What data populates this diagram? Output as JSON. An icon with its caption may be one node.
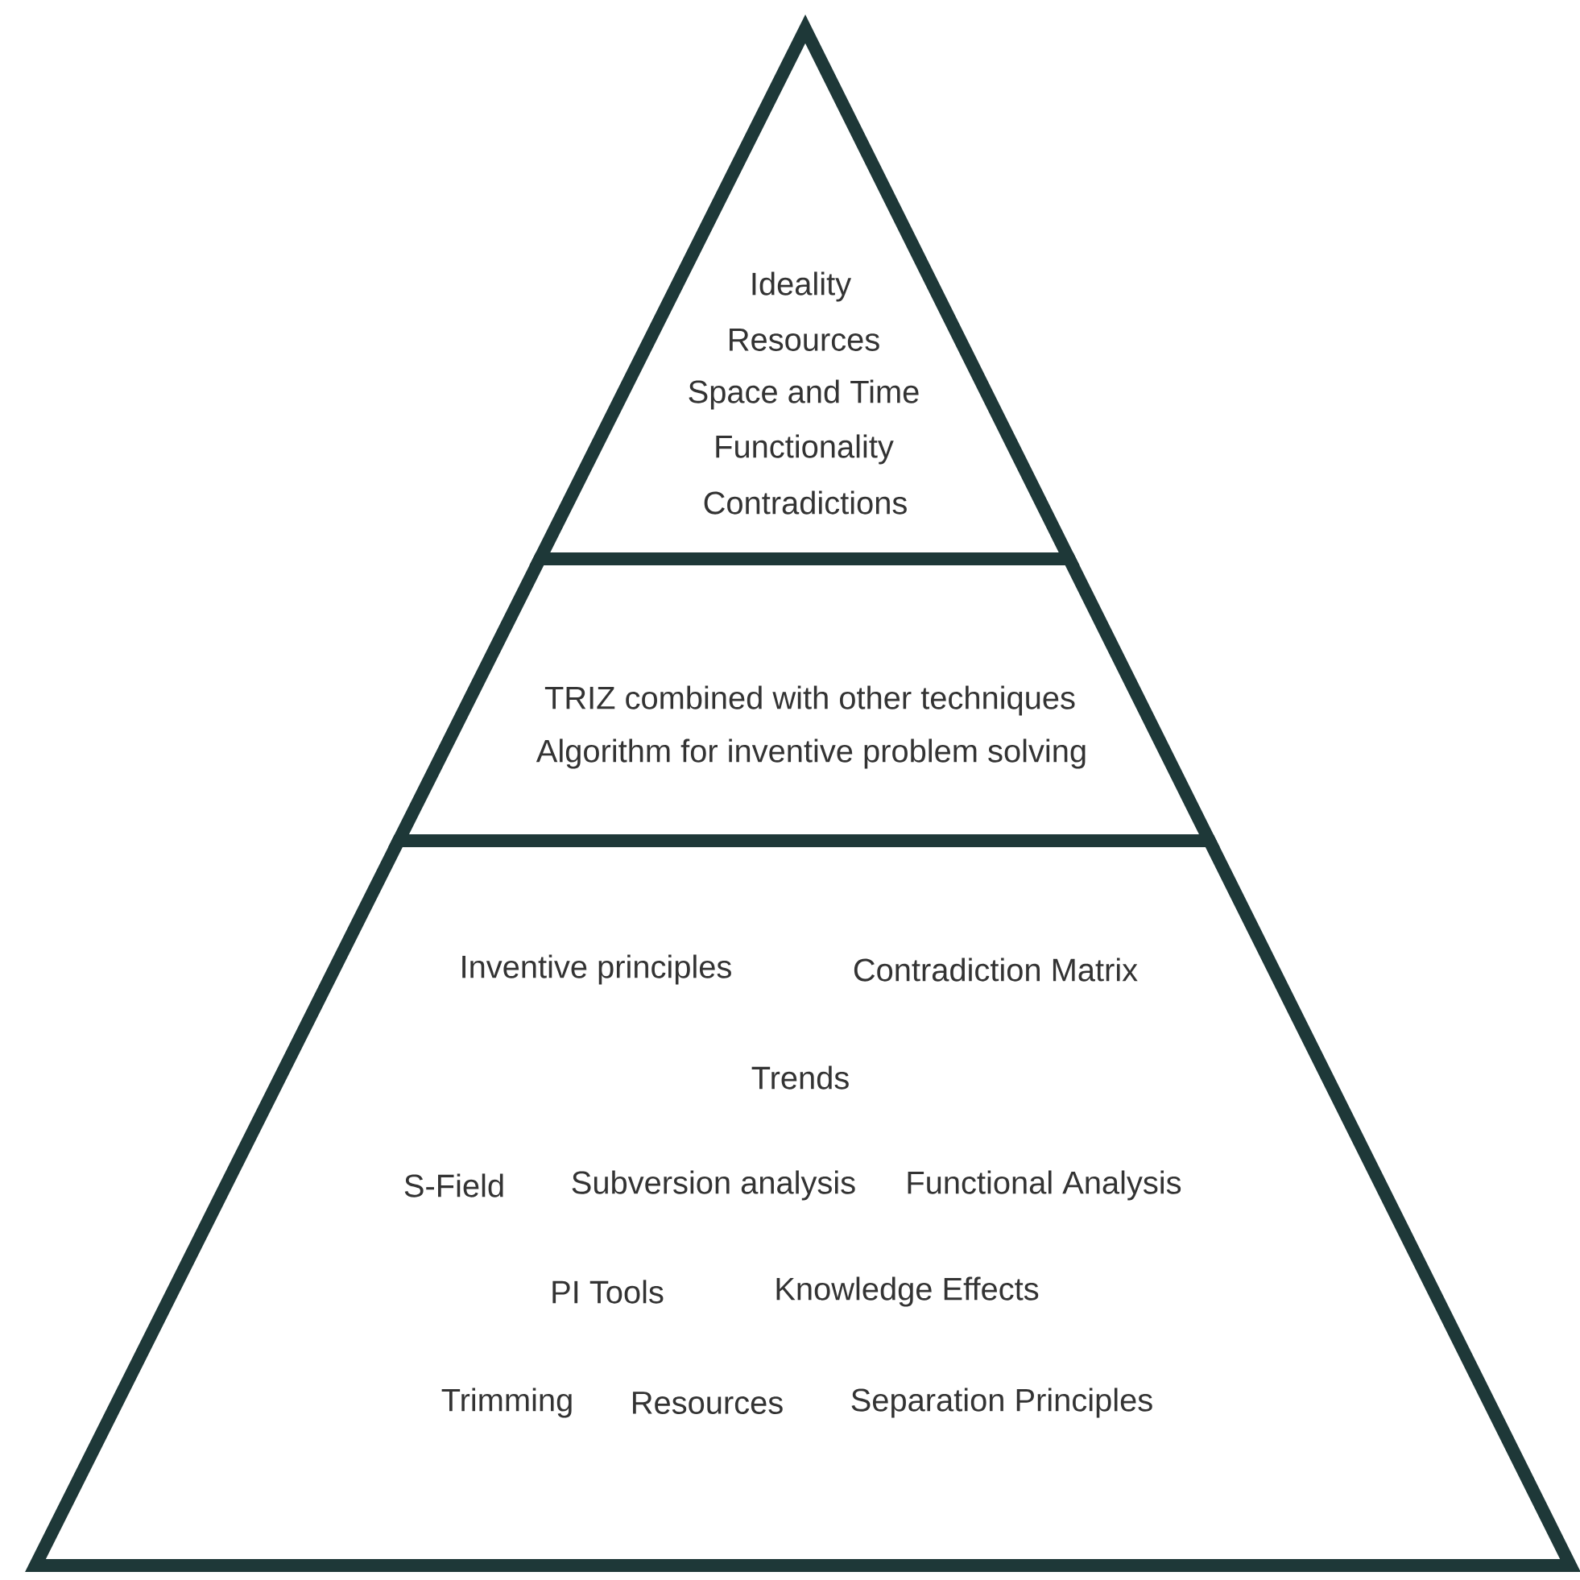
{
  "diagram": {
    "nodes": [
      {
        "text": [
          "Ideality",
          "Resources",
          "Space and Time",
          "Functionality",
          "Contradictions"
        ]
      },
      {
        "text": [
          "TRIZ combined with other techniques",
          "Algorithm for inventive problem solving"
        ]
      },
      {
        "text": [
          "Inventive principles",
          "Contradiction Matrix",
          "Trends",
          "S-Field",
          "Subversion analysis",
          "Functional Analysis",
          "PI Tools",
          "Knowledge Effects",
          "Trimming",
          "Resources",
          "Separation Principles"
        ]
      }
    ],
    "edges": []
  }
}
